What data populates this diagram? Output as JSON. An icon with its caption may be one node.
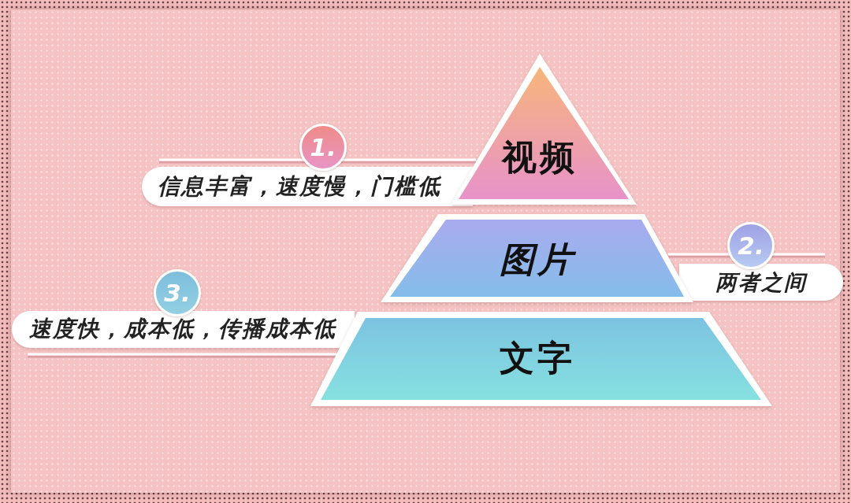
{
  "diagram": {
    "nodes": [
      {
        "text": [
          "视频"
        ]
      },
      {
        "text": [
          "1."
        ]
      },
      {
        "text": [
          "信息丰富，速度慢，门槛低"
        ]
      },
      {
        "text": [
          "图片"
        ]
      },
      {
        "text": [
          "2."
        ]
      },
      {
        "text": [
          "两者之间"
        ]
      },
      {
        "text": [
          "3."
        ]
      },
      {
        "text": [
          "速度快，成本低，传播成本低"
        ]
      },
      {
        "text": [
          "文字"
        ]
      }
    ]
  }
}
